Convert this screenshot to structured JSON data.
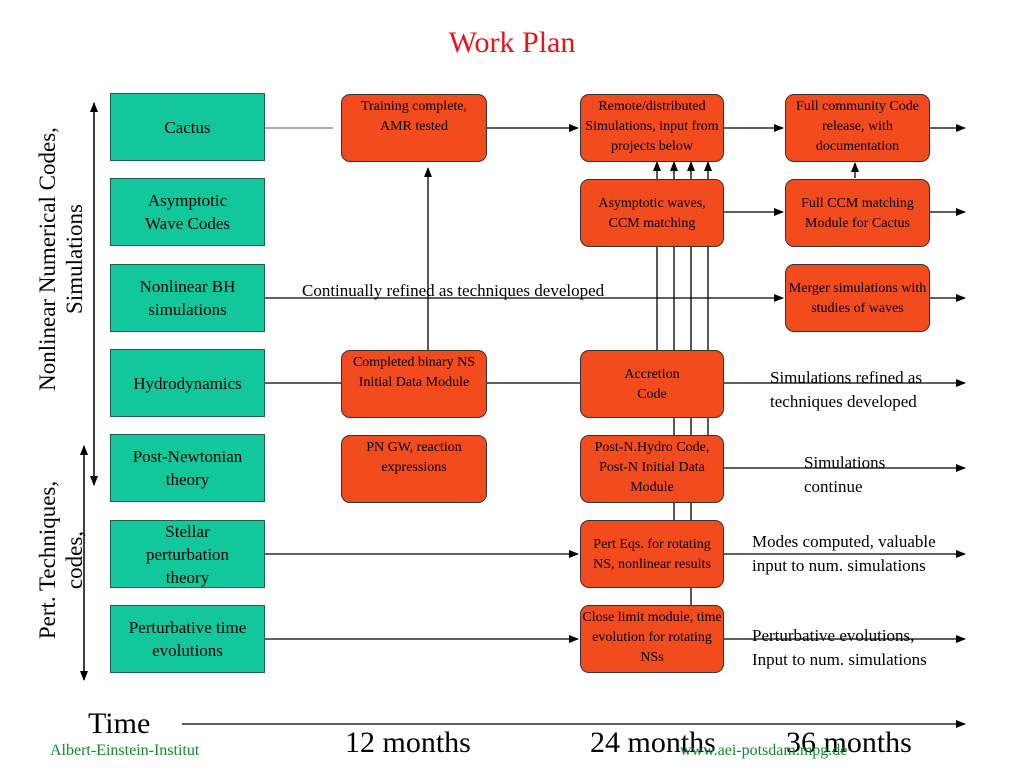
{
  "title": "Work Plan",
  "side_labels": {
    "nonlinear": [
      "Nonlinear Numerical Codes,",
      "Simulations"
    ],
    "perturbative": [
      "Pert. Techniques,",
      "codes,"
    ]
  },
  "rows": [
    "Cactus",
    "Asymptotic Wave Codes",
    "Nonlinear BH simulations",
    "Hydrodynamics",
    "Post-Newtonian theory",
    "Stellar perturbation theory",
    "Perturbative time evolutions"
  ],
  "milestones": {
    "training": "Training complete, AMR tested",
    "binary_ns": "Completed binary NS Initial Data Module",
    "pn_gw": "PN GW, reaction expressions",
    "remote": "Remote/distributed Simulations, input from projects below",
    "asymptotic": "Asymptotic waves, CCM matching",
    "accretion": "Accretion Code",
    "post_n_hydro": "Post-N.Hydro Code, Post-N Initial Data Module",
    "pert_eqs": "Pert Eqs. for rotating NS, nonlinear results",
    "close_limit": "Close limit module, time evolution for rotating NSs",
    "community": "Full community Code release, with documentation",
    "ccm_module": "Full CCM matching Module for Cactus",
    "merger": "Merger simulations with studies of waves"
  },
  "annotations": {
    "continually": "Continually refined as techniques developed",
    "sim_refined": [
      "Simulations refined as",
      "techniques developed"
    ],
    "sim_continue": [
      "Simulations",
      "continue"
    ],
    "modes": [
      "Modes computed, valuable",
      "input to num. simulations"
    ],
    "pert_evol": [
      "Perturbative evolutions,",
      "Input to num. simulations"
    ]
  },
  "timeline": {
    "label": "Time",
    "ticks": [
      "12 months",
      "24 months",
      "36 months"
    ]
  },
  "footer": {
    "institute": "Albert-Einstein-Institut",
    "url": "www.aei-potsdam.mpg.de"
  }
}
